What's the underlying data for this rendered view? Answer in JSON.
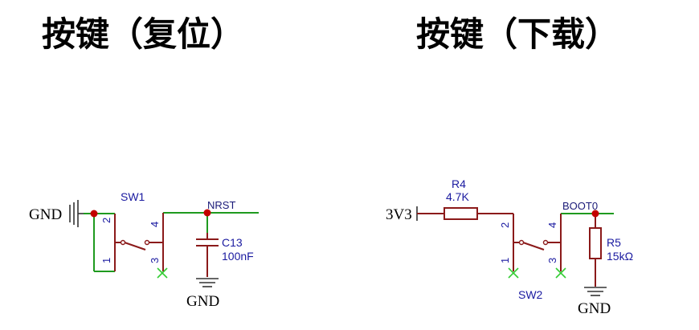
{
  "titles": {
    "left": "按键（复位）",
    "right": "按键（下载）"
  },
  "left_circuit": {
    "gnd_left_label": "GND",
    "switch_ref": "SW1",
    "net_label": "NRST",
    "cap_ref": "C13",
    "cap_value": "100nF",
    "gnd_bottom_label": "GND",
    "pins": [
      "2",
      "1",
      "4",
      "3"
    ]
  },
  "right_circuit": {
    "supply_label": "3V3",
    "res1_ref": "R4",
    "res1_value": "4.7K",
    "switch_ref": "SW2",
    "net_label": "BOOT0",
    "res2_ref": "R5",
    "res2_value": "15kΩ",
    "gnd_label": "GND",
    "pins": [
      "2",
      "1",
      "4",
      "3"
    ]
  },
  "colors": {
    "wire": "#1f9a1f",
    "component": "#8b1a1a",
    "junction": "#c40000",
    "designator_text": "#1a1aa0",
    "no_connect": "#33cc33"
  }
}
